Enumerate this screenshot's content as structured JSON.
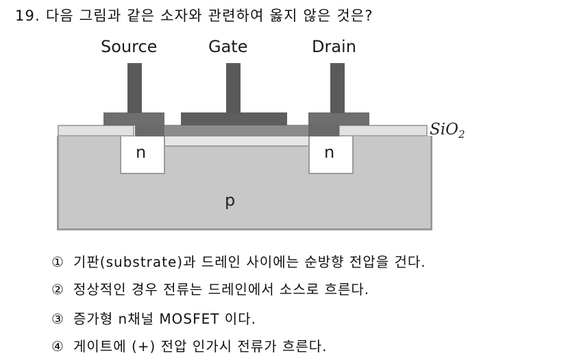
{
  "question": {
    "number": "19.",
    "text": "다음 그림과 같은 소자와 관련하여 옳지 않은 것은?"
  },
  "diagram": {
    "terminals": {
      "source": "Source",
      "gate": "Gate",
      "drain": "Drain"
    },
    "regions": {
      "source_well": "n",
      "drain_well": "n",
      "substrate": "p"
    },
    "oxide_label": {
      "base": "SiO",
      "subscript": "2"
    },
    "colors": {
      "metal_dark": "#5a5a5a",
      "metal_pad": "#6e6e6e",
      "gate_oxide": "#8c8c8c",
      "field_oxide": "#e2e2e2",
      "channel": "#e6e6e6",
      "n_well": "#ffffff",
      "substrate": "#c8c8c8",
      "substrate_border": "#9a9a9a"
    }
  },
  "options": [
    {
      "num": "①",
      "text": "기판(substrate)과 드레인 사이에는 순방향 전압을 건다."
    },
    {
      "num": "②",
      "text": "정상적인 경우 전류는 드레인에서 소스로 흐른다."
    },
    {
      "num": "③",
      "text": "증가형 n채널 MOSFET 이다."
    },
    {
      "num": "④",
      "text": "게이트에 (+) 전압 인가시 전류가 흐른다."
    }
  ]
}
